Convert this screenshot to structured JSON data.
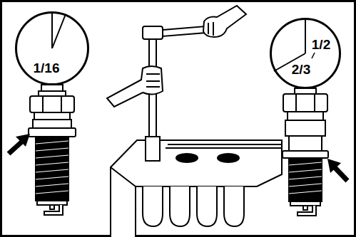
{
  "diagram": {
    "nodes": [
      {
        "text": [
          "1/16"
        ]
      },
      {
        "text": [
          "1/2",
          "2/3"
        ]
      }
    ]
  }
}
